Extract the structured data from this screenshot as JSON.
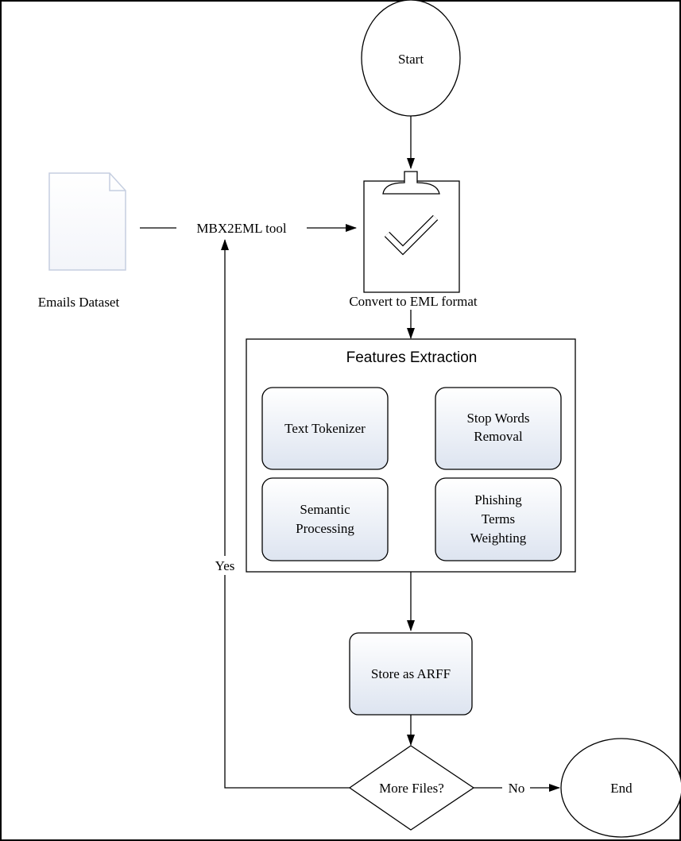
{
  "flowchart": {
    "start": "Start",
    "dataset_label": "Emails Dataset",
    "tool_label": "MBX2EML tool",
    "convert_label": "Convert to EML format",
    "features": {
      "title": "Features Extraction",
      "text_tokenizer": "Text Tokenizer",
      "stop_words": [
        "Stop Words",
        "Removal"
      ],
      "semantic": [
        "Semantic",
        "Processing"
      ],
      "phishing_terms": [
        "Phishing",
        "Terms",
        "Weighting"
      ]
    },
    "store": "Store as ARFF",
    "decision": "More Files?",
    "yes_label": "Yes",
    "no_label": "No",
    "end": "End"
  }
}
